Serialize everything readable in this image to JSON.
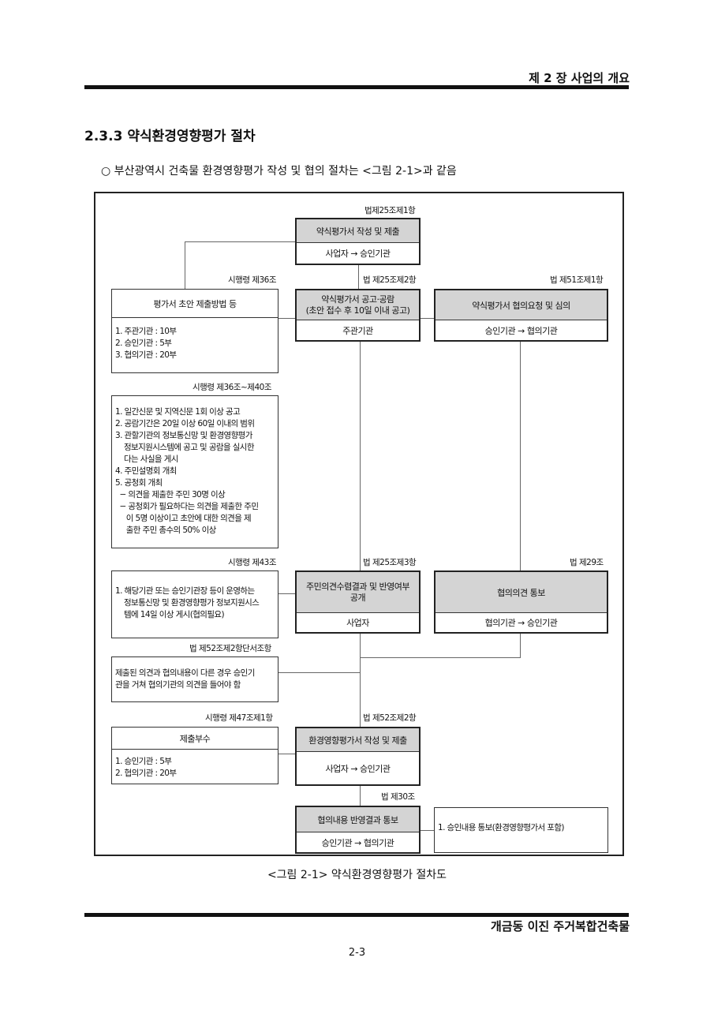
{
  "header": {
    "chapter": "제 2 장 사업의 개요"
  },
  "section": {
    "title": "2.3.3 약식환경영향평가 절차",
    "intro": "○  부산광역시 건축물 환경영향평가 작성 및 협의 절차는 <그림 2-1>과 같음"
  },
  "diagram": {
    "step1": {
      "ref": "법제25조제1항",
      "title": "약식평가서 작성 및 제출",
      "sub": "사업자 → 승인기관"
    },
    "step2": {
      "ref": "법 제25조제2항",
      "title_line1": "약식평가서 공고·공람",
      "title_line2": "(초안 접수 후 10일 이내 공고)",
      "sub": "주관기관"
    },
    "consult": {
      "ref": "법 제51조제1항",
      "title": "약식평가서 협의요청 및 심의",
      "sub": "승인기관 → 협의기관"
    },
    "note1": {
      "ref": "시행령 제36조",
      "title": "평가서 초안 제출방법 등",
      "items": [
        "1. 주관기관 : 10부",
        "2. 승인기관 : 5부",
        "3. 협의기관 : 20부"
      ]
    },
    "note2": {
      "ref": "시행령 제36조~제40조",
      "items": [
        "1. 일간신문 및 지역신문 1회 이상 공고",
        "2. 공람기간은 20일 이상 60일 이내의 범위",
        "3. 관할기관의 정보통신망 및 환경영향평가",
        "    정보지원시스템에 공고 및 공람을 실시한",
        "    다는 사실을 게시",
        "4. 주민설명회 개최",
        "5. 공청회 개최",
        "  − 의견을 제출한 주민 30명 이상",
        "  − 공청회가 필요하다는 의견을 제출한 주민",
        "     이 5명 이상이고 초안에 대한 의견을 제",
        "     출한 주민 총수의 50% 이상"
      ]
    },
    "step3": {
      "ref": "법 제25조제3항",
      "title_line1": "주민의견수렴결과 및 반영여부",
      "title_line2": "공개",
      "sub": "사업자"
    },
    "note3": {
      "ref": "시행령 제43조",
      "items": [
        "1. 해당기관 또는 승인기관장 등이 운영하는",
        "    정보통신망 및 환경영향평가 정보지원시스",
        "    템에 14일 이상 게시(협의필요)"
      ]
    },
    "opinion": {
      "ref": "법 제29조",
      "title": "협의의견 통보",
      "sub": "협의기관 → 승인기관"
    },
    "note4": {
      "ref": "법 제52조제2항단서조항",
      "items": [
        "제출된 의견과 협의내용이 다른 경우 승인기",
        "관을 거쳐 협의기관의 의견을 들어야 함"
      ]
    },
    "note5": {
      "ref": "시행령 제47조제1항",
      "title": "제출부수",
      "items": [
        "1. 승인기관 : 5부",
        "2. 협의기관 : 20부"
      ]
    },
    "step4": {
      "ref": "법 제52조제2항",
      "title": "환경영향평가서 작성 및 제출",
      "sub": "사업자 → 승인기관"
    },
    "step5": {
      "ref": "법 제30조",
      "title": "협의내용 반영결과 통보",
      "sub": "승인기관 → 협의기관"
    },
    "note6": {
      "items": [
        "1. 승인내용 통보(환경영향평가서 포함)"
      ]
    }
  },
  "caption": "<그림 2-1>  약식환경영향평가 절차도",
  "footer": {
    "project": "개금동 이진 주거복합건축물",
    "page": "2-3"
  }
}
